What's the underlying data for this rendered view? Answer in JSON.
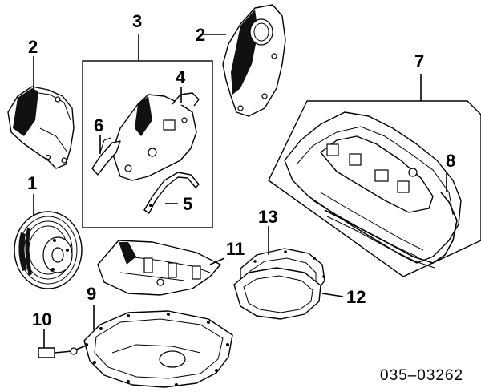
{
  "diagram": {
    "callouts": [
      "1",
      "2",
      "2",
      "3",
      "4",
      "5",
      "6",
      "7",
      "8",
      "9",
      "10",
      "11",
      "12",
      "13"
    ],
    "part_code": "035–03262"
  }
}
